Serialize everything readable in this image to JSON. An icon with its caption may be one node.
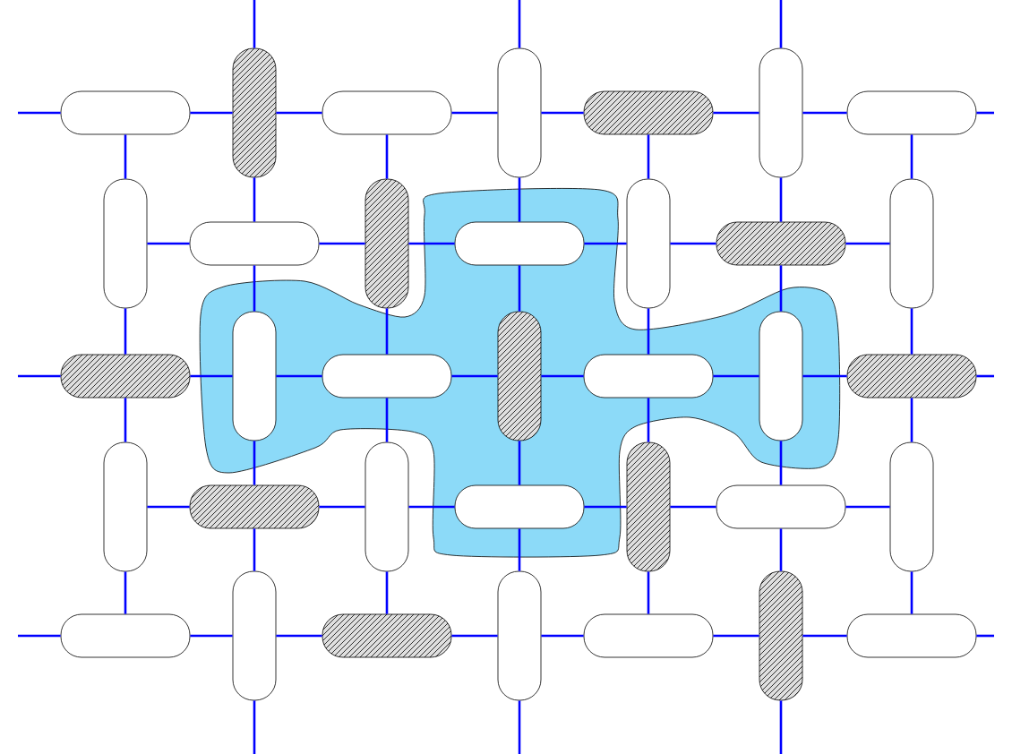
{
  "diagram": {
    "nodes": [
      {
        "text": [],
        "shape": "box"
      },
      {
        "text": [],
        "shape": "box"
      },
      {
        "text": [],
        "shape": "box"
      },
      {
        "text": [],
        "shape": "box"
      },
      {
        "text": [],
        "shape": "box"
      },
      {
        "text": [],
        "shape": "box"
      },
      {
        "text": [],
        "shape": "box"
      },
      {
        "text": [],
        "shape": "box"
      },
      {
        "text": [],
        "shape": "box"
      },
      {
        "text": [],
        "shape": "box"
      },
      {
        "text": [],
        "shape": "box"
      },
      {
        "text": [],
        "shape": "box"
      },
      {
        "text": [],
        "shape": "box"
      },
      {
        "text": [],
        "shape": "box"
      },
      {
        "text": [],
        "shape": "box"
      },
      {
        "text": [],
        "shape": "box"
      },
      {
        "text": [],
        "shape": "box"
      },
      {
        "text": [],
        "shape": "box"
      },
      {
        "text": [],
        "shape": "box"
      },
      {
        "text": [],
        "shape": "box"
      },
      {
        "text": [],
        "shape": "box"
      },
      {
        "text": [],
        "shape": "box"
      },
      {
        "text": [],
        "shape": "box"
      },
      {
        "text": [],
        "shape": "box"
      },
      {
        "text": [],
        "shape": "box"
      },
      {
        "text": [],
        "shape": "box"
      },
      {
        "text": [],
        "shape": "box"
      },
      {
        "text": [],
        "shape": "box"
      },
      {
        "text": [],
        "shape": "box"
      },
      {
        "text": [],
        "shape": "box"
      },
      {
        "text": [],
        "shape": "box"
      },
      {
        "text": [],
        "shape": "box"
      },
      {
        "text": [],
        "shape": "box"
      },
      {
        "text": [],
        "shape": "box"
      },
      {
        "text": [],
        "shape": "box"
      }
    ],
    "edges": [
      {
        "from": 0,
        "to": 1,
        "arrow": "none"
      },
      {
        "from": 1,
        "to": 2,
        "arrow": "none"
      },
      {
        "from": 2,
        "to": 3,
        "arrow": "none"
      },
      {
        "from": 3,
        "to": 4,
        "arrow": "none"
      },
      {
        "from": 4,
        "to": 5,
        "arrow": "none"
      },
      {
        "from": 5,
        "to": 6,
        "arrow": "none"
      },
      {
        "from": 7,
        "to": 8,
        "arrow": "none"
      },
      {
        "from": 8,
        "to": 9,
        "arrow": "none"
      },
      {
        "from": 9,
        "to": 10,
        "arrow": "none"
      },
      {
        "from": 10,
        "to": 11,
        "arrow": "none"
      },
      {
        "from": 11,
        "to": 12,
        "arrow": "none"
      },
      {
        "from": 12,
        "to": 13,
        "arrow": "none"
      },
      {
        "from": 14,
        "to": 15,
        "arrow": "none"
      },
      {
        "from": 15,
        "to": 16,
        "arrow": "none"
      },
      {
        "from": 16,
        "to": 17,
        "arrow": "none"
      },
      {
        "from": 17,
        "to": 18,
        "arrow": "none"
      },
      {
        "from": 18,
        "to": 19,
        "arrow": "none"
      },
      {
        "from": 19,
        "to": 20,
        "arrow": "none"
      },
      {
        "from": 21,
        "to": 22,
        "arrow": "none"
      },
      {
        "from": 22,
        "to": 23,
        "arrow": "none"
      },
      {
        "from": 23,
        "to": 24,
        "arrow": "none"
      },
      {
        "from": 24,
        "to": 25,
        "arrow": "none"
      },
      {
        "from": 25,
        "to": 26,
        "arrow": "none"
      },
      {
        "from": 26,
        "to": 27,
        "arrow": "none"
      },
      {
        "from": 28,
        "to": 29,
        "arrow": "none"
      },
      {
        "from": 29,
        "to": 30,
        "arrow": "none"
      },
      {
        "from": 30,
        "to": 31,
        "arrow": "none"
      },
      {
        "from": 31,
        "to": 32,
        "arrow": "none"
      },
      {
        "from": 32,
        "to": 33,
        "arrow": "none"
      },
      {
        "from": 33,
        "to": 34,
        "arrow": "none"
      },
      {
        "from": 0,
        "to": 7,
        "arrow": "none"
      },
      {
        "from": 7,
        "to": 14,
        "arrow": "none"
      },
      {
        "from": 14,
        "to": 21,
        "arrow": "none"
      },
      {
        "from": 21,
        "to": 28,
        "arrow": "none"
      },
      {
        "from": 1,
        "to": 8,
        "arrow": "none"
      },
      {
        "from": 8,
        "to": 15,
        "arrow": "none"
      },
      {
        "from": 15,
        "to": 22,
        "arrow": "none"
      },
      {
        "from": 22,
        "to": 29,
        "arrow": "none"
      },
      {
        "from": 2,
        "to": 9,
        "arrow": "none"
      },
      {
        "from": 9,
        "to": 16,
        "arrow": "none"
      },
      {
        "from": 16,
        "to": 23,
        "arrow": "none"
      },
      {
        "from": 23,
        "to": 30,
        "arrow": "none"
      },
      {
        "from": 3,
        "to": 10,
        "arrow": "none"
      },
      {
        "from": 10,
        "to": 17,
        "arrow": "none"
      },
      {
        "from": 17,
        "to": 24,
        "arrow": "none"
      },
      {
        "from": 24,
        "to": 31,
        "arrow": "none"
      },
      {
        "from": 4,
        "to": 11,
        "arrow": "none"
      },
      {
        "from": 11,
        "to": 18,
        "arrow": "none"
      },
      {
        "from": 18,
        "to": 25,
        "arrow": "none"
      },
      {
        "from": 25,
        "to": 32,
        "arrow": "none"
      },
      {
        "from": 5,
        "to": 12,
        "arrow": "none"
      },
      {
        "from": 12,
        "to": 19,
        "arrow": "none"
      },
      {
        "from": 19,
        "to": 26,
        "arrow": "none"
      },
      {
        "from": 26,
        "to": 33,
        "arrow": "none"
      },
      {
        "from": 6,
        "to": 13,
        "arrow": "none"
      },
      {
        "from": 13,
        "to": 20,
        "arrow": "none"
      },
      {
        "from": 20,
        "to": 27,
        "arrow": "none"
      },
      {
        "from": 27,
        "to": 34,
        "arrow": "none"
      },
      {
        "from": null,
        "to": 0,
        "arrow": "none"
      },
      {
        "from": 6,
        "to": null,
        "arrow": "none"
      },
      {
        "from": null,
        "to": 14,
        "arrow": "none"
      },
      {
        "from": 20,
        "to": null,
        "arrow": "none"
      },
      {
        "from": null,
        "to": 28,
        "arrow": "none"
      },
      {
        "from": 34,
        "to": null,
        "arrow": "none"
      },
      {
        "from": null,
        "to": 1,
        "arrow": "none"
      },
      {
        "from": 29,
        "to": null,
        "arrow": "none"
      },
      {
        "from": null,
        "to": 3,
        "arrow": "none"
      },
      {
        "from": 31,
        "to": null,
        "arrow": "none"
      },
      {
        "from": null,
        "to": 5,
        "arrow": "none"
      },
      {
        "from": 33,
        "to": null,
        "arrow": "none"
      }
    ]
  }
}
